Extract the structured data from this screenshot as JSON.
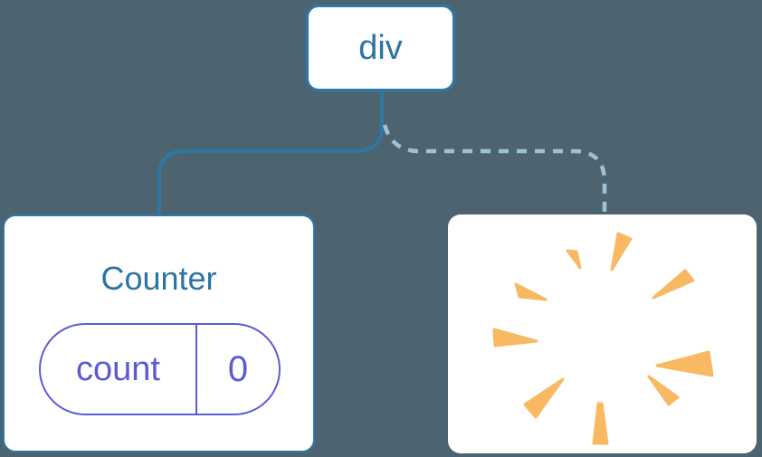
{
  "tree": {
    "root_label": "div",
    "counter": {
      "title": "Counter",
      "state_key": "count",
      "state_value": "0"
    },
    "removed_node": {
      "icon": "poof-starburst"
    },
    "edges": [
      {
        "from": "div",
        "to": "Counter",
        "style": "solid"
      },
      {
        "from": "div",
        "to": "poof-starburst",
        "style": "dashed"
      }
    ]
  },
  "colors": {
    "background": "#4d6470",
    "node-bg": "#ffffff",
    "node-border": "#2b79ab",
    "node-text": "#2c74a4",
    "dashed-line": "#9dc1d9",
    "state-accent": "#5b5bd6",
    "burst": "#f8b962"
  }
}
